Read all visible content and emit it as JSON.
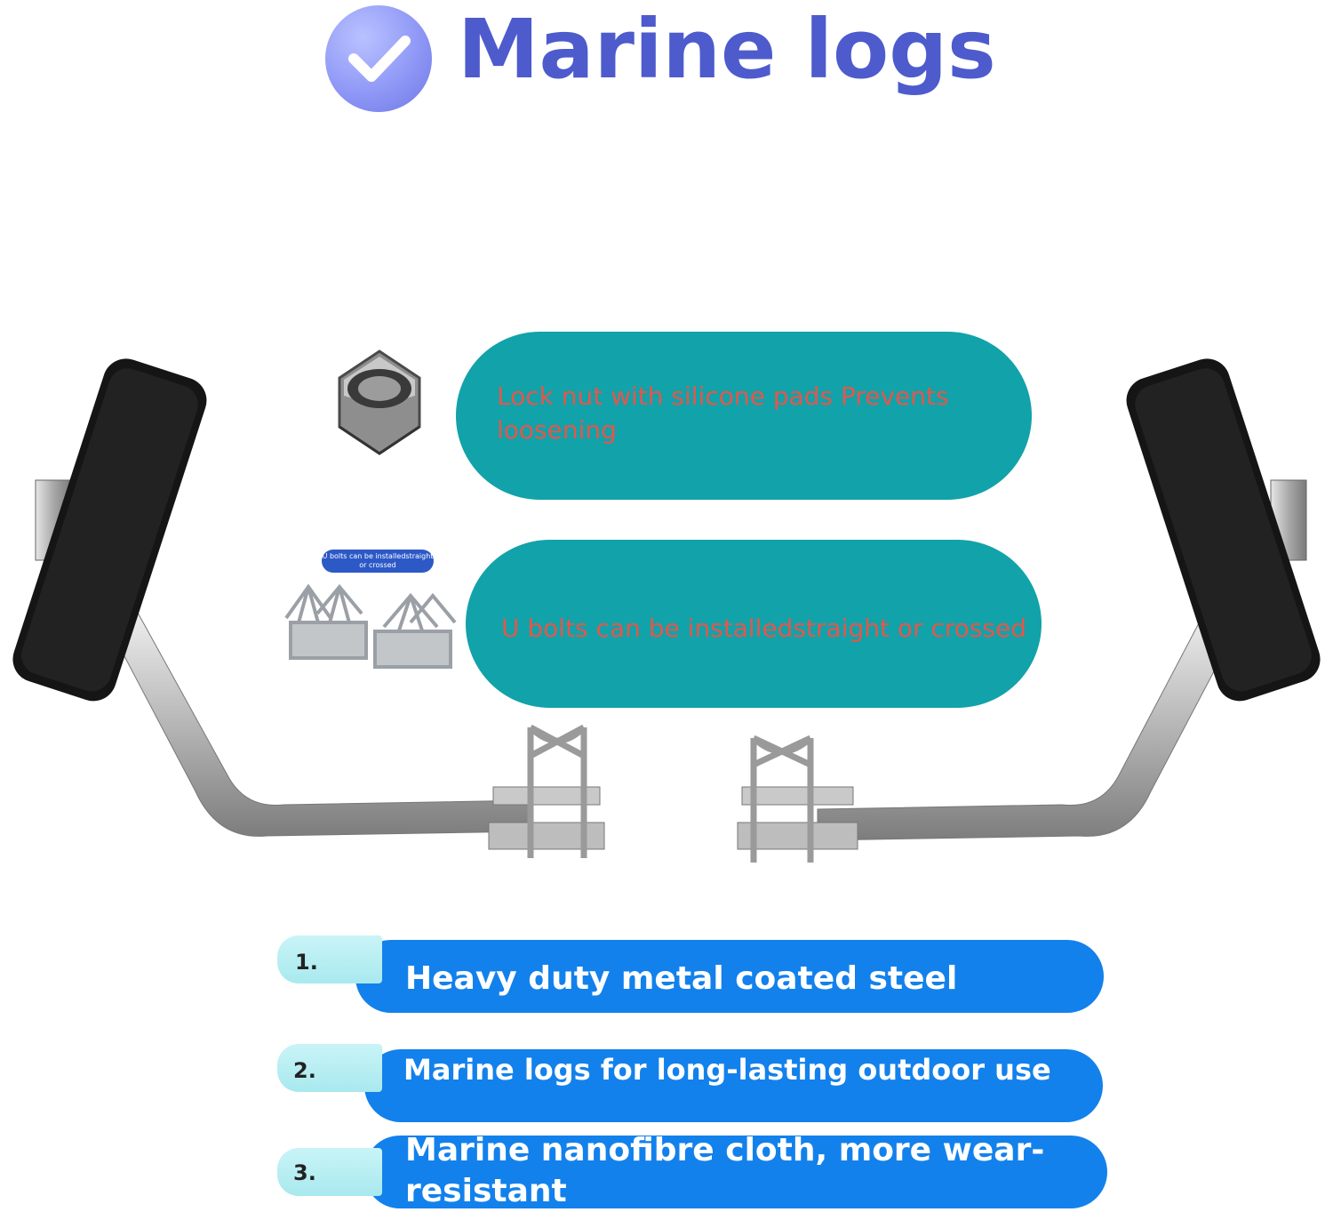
{
  "header": {
    "title": "Marine logs",
    "badge_icon": "check-icon"
  },
  "callouts": {
    "locknut": "Lock nut with silicone pads Prevents loosening",
    "ubolts": "U bolts can be installedstraight or crossed",
    "ubolt_tag": "U bolts can be installedstraight or crossed"
  },
  "features": [
    {
      "num": "1.",
      "text": "Heavy duty metal coated steel"
    },
    {
      "num": "2.",
      "text": "Marine logs for long-lasting outdoor use"
    },
    {
      "num": "3.",
      "text": "Marine nanofibre cloth, more wear-resistant"
    }
  ],
  "colors": {
    "title": "#4d5bcc",
    "callout_bg": "#12a2a9",
    "callout_text": "#e2574c",
    "feature_bar": "#1381ec",
    "feature_tab": "#b7eef2"
  }
}
